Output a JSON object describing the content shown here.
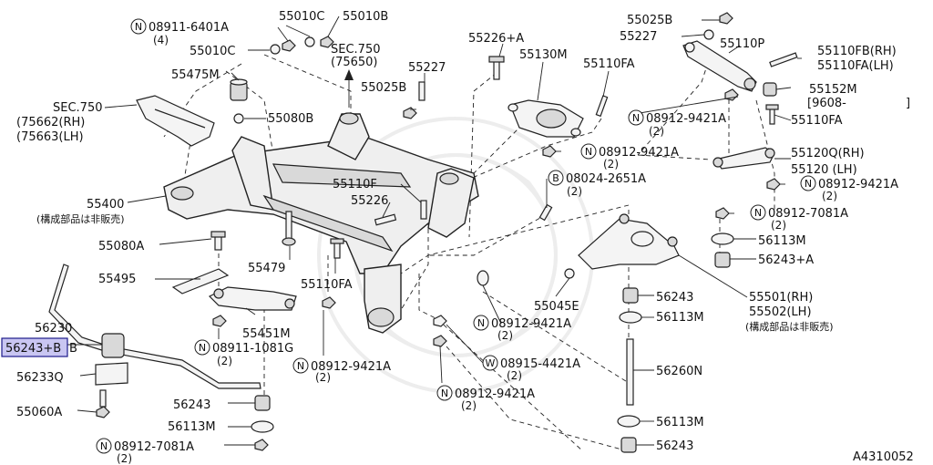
{
  "diagram_id": "A4310052",
  "labels": {
    "p55010C_top": "55010C",
    "p55010B": "55010B",
    "p08911_6401A": "08911-6401A",
    "p08911_6401A_qty": "(4)",
    "p55010C_mid": "55010C",
    "sec750_top": "SEC.750",
    "sec750_top_ref": "(75650)",
    "p55475M": "55475M",
    "p55080B": "55080B",
    "sec750_left": "SEC.750",
    "sec750_rh": "(75662(RH)",
    "sec750_lh": "(75663(LH)",
    "p55400": "55400",
    "not_sold_left": "(構成部品は非販売)",
    "p55080A": "55080A",
    "p55495": "55495",
    "p55479": "55479",
    "p56230": "56230",
    "p56243B": "56243+B",
    "p56233Q": "56233Q",
    "p55060A": "55060A",
    "p56243_bl": "56243",
    "p56113M_bl": "56113M",
    "p08912_7081A_bl": "08912-7081A",
    "qty2_bl": "(2)",
    "p55451M": "55451M",
    "p08911_1081G": "08911-1081G",
    "qty2_1081G": "(2)",
    "p08912_9421A_bc": "08912-9421A",
    "qty2_bc": "(2)",
    "p55110FA_c": "55110FA",
    "p55110F": "55110F",
    "p55226_c": "55226",
    "p55227_top": "55227",
    "p55025B_top": "55025B",
    "p55226A": "55226+A",
    "p55130M": "55130M",
    "p55110FA_top": "55110FA",
    "p55025B_r": "55025B",
    "p55227_r": "55227",
    "p55110P": "55110P",
    "p55110FB_rh": "55110FB(RH)",
    "p55110FA_lh": "55110FA(LH)",
    "p55152M": "55152M",
    "p55152M_date": "[9608-",
    "p55152M_end": "]",
    "p55110FA_r": "55110FA",
    "p08912_9421A_r1": "08912-9421A",
    "qty2_r1": "(2)",
    "p08912_9421A_mid": "08912-9421A",
    "qty2_mid": "(2)",
    "p55120Q_rh": "55120Q(RH)",
    "p55120_lh": "55120 (LH)",
    "p08024_2651A": "08024-2651A",
    "qty2_08024": "(2)",
    "p08912_9421A_r2": "08912-9421A",
    "qty2_r2": "(2)",
    "p08912_7081A_r": "08912-7081A",
    "qty2_7081r": "(2)",
    "p56113M_r": "56113M",
    "p56243A": "56243+A",
    "p55045E": "55045E",
    "p56243_r": "56243",
    "p56113M_r2": "56113M",
    "p55501_rh": "55501(RH)",
    "p55502_lh": "55502(LH)",
    "not_sold_right": "(構成部品は非販売)",
    "p08912_9421A_c2": "08912-9421A",
    "qty2_c2": "(2)",
    "p08915_4421A": "08915-4421A",
    "qty2_08915": "(2)",
    "p08912_9421A_c3": "08912-9421A",
    "qty2_c3": "(2)",
    "p56260N": "56260N",
    "p56113M_br": "56113M",
    "p56243_br": "56243"
  },
  "markers": {
    "n": "N",
    "b": "B",
    "w": "W"
  },
  "colors": {
    "highlight_fill": "#c9c6f2",
    "highlight_stroke": "#1d1a8a",
    "line": "#222222"
  },
  "selected_part": "56243+B"
}
